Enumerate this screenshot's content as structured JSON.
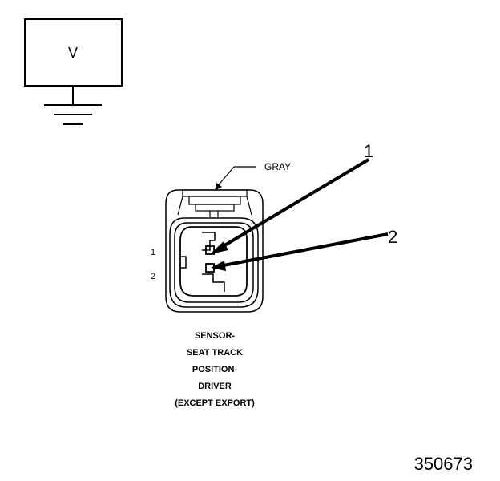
{
  "meter_label": "V",
  "wire_color_label": "GRAY",
  "callouts": [
    "1",
    "2"
  ],
  "pin_labels": [
    "1",
    "2"
  ],
  "caption_lines": [
    "SENSOR-",
    "SEAT TRACK",
    "POSITION-",
    "DRIVER",
    "(EXCEPT EXPORT)"
  ],
  "figure_id": "350673"
}
